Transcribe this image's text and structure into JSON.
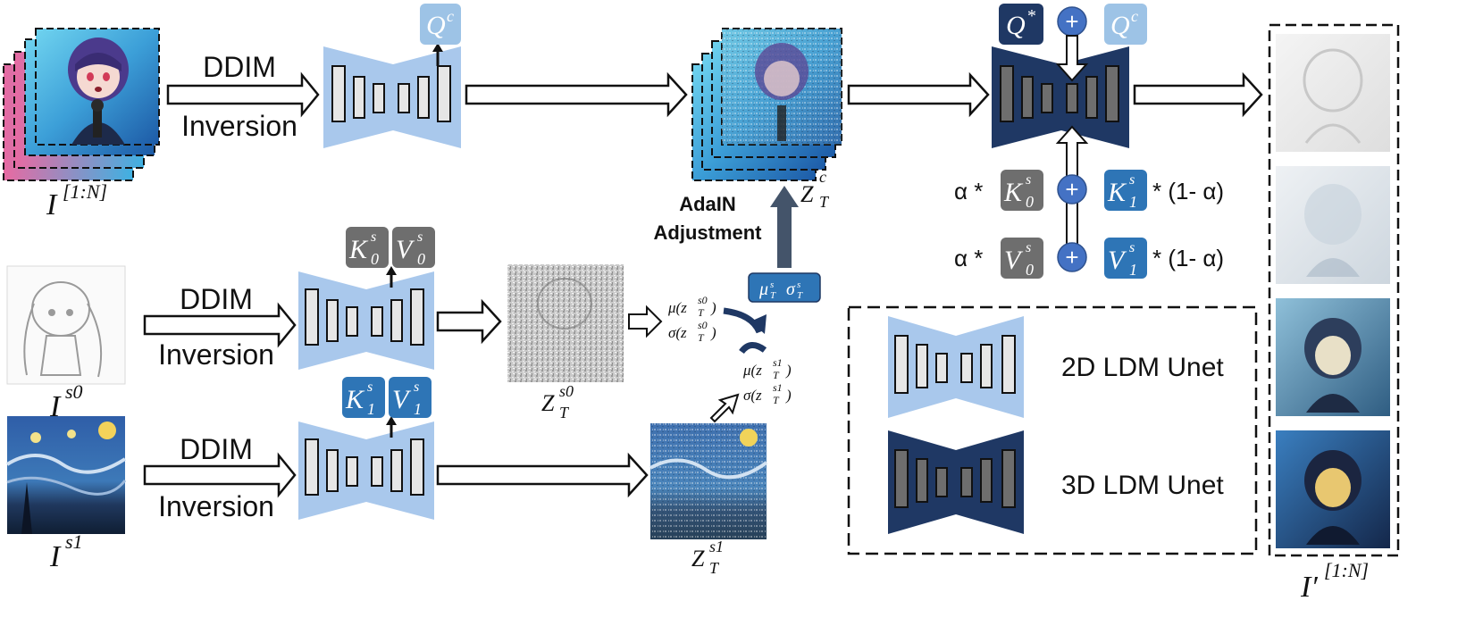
{
  "labels": {
    "ddim_line1": "DDIM",
    "ddim_line2": "Inversion",
    "adain_line1": "AdaIN",
    "adain_line2": "Adjustment",
    "legend_2d": "2D LDM Unet",
    "legend_3d": "3D LDM Unet",
    "alpha_prefix": "α *",
    "one_minus_alpha": "* (1- α)",
    "plus": "+"
  },
  "symbols": {
    "I": "I",
    "I_sup_frames": "[1:N]",
    "I_s0_sup": "s0",
    "I_s1_sup": "s1",
    "I_prime": "I′",
    "z": "z",
    "Z": "Z",
    "T": "T",
    "c": "c",
    "s": "s",
    "zero": "0",
    "one": "1",
    "Q": "Q",
    "star": "*",
    "K": "K",
    "V": "V",
    "mu": "μ",
    "sigma": "σ",
    "mu_z_s0": "μ(z",
    "sigma_z_s0": "σ(z",
    "close_paren": ")",
    "sup_Ts0": "s0",
    "sup_Ts1": "s1"
  },
  "colors": {
    "unet2d_fill": "#a9c8ec",
    "unet3d_fill": "#1f3864",
    "light_block": "#9dc3e6",
    "mid_blue": "#2e75b6",
    "gray_block": "#6e6e6e",
    "plus_fill": "#4472c4",
    "adain_arrow": "#44546a"
  }
}
